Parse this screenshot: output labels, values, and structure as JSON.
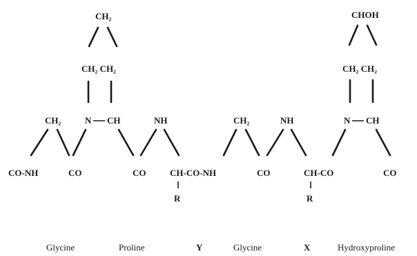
{
  "structure": {
    "groups": {
      "g_ch2_top": "CH₂",
      "g_chchoh": "CHOH",
      "g_ch2ch2_pro": "CH₂ CH₂",
      "g_ch2ch2_hyp": "CH₂ CH₂",
      "g_ch2_gly1": "CH₂",
      "g_n_pro": "N",
      "g_ch_pro": "CH",
      "g_nh_1": "NH",
      "g_ch2_gly2": "CH₂",
      "g_nh_2": "NH",
      "g_n_hyp": "N",
      "g_ch_hyp": "CH",
      "g_conh": "CO-NH",
      "g_co_1": "CO",
      "g_co_2": "CO",
      "g_chconh": "CH-CO-NH",
      "g_co_3": "CO",
      "g_chco": "CH-CO",
      "g_co_4": "CO",
      "g_r_1": "R",
      "g_r_2": "R"
    },
    "residue_labels": [
      "Glycine",
      "Proline",
      "Y",
      "Glycine",
      "X",
      "Hydroxyproline"
    ]
  }
}
